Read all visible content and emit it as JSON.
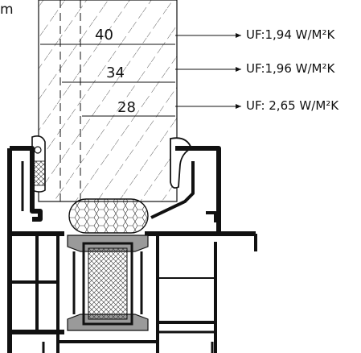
{
  "corner_label": "m",
  "dimensions": [
    {
      "value": "40",
      "uf": "UF:1,94 W/M²K"
    },
    {
      "value": "34",
      "uf": "UF:1,96 W/M²K"
    },
    {
      "value": "28",
      "uf": "UF: 2,65 W/M²K"
    }
  ],
  "colors": {
    "line": "#111111",
    "gasket_gray": "#9a9a9a",
    "background": "#ffffff"
  }
}
